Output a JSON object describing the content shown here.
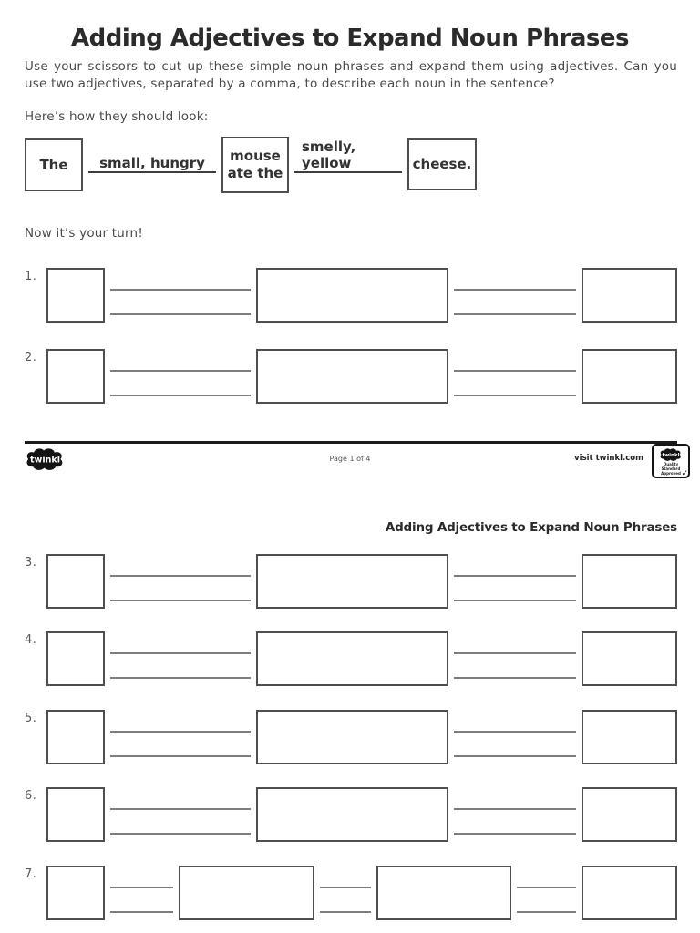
{
  "colors": {
    "title": "#2b2b2b",
    "body": "#4a4a4a",
    "box-border": "#4f4f4f",
    "write-line": "#7d7d7d",
    "example-line": "#3d3d3d",
    "footer-bar": "#1b1b1b",
    "footer-text": "#555555"
  },
  "page1": {
    "title": "Adding Adjectives to Expand Noun Phrases",
    "instructions": "Use your scissors to cut up these simple noun phrases and expand them using adjectives. Can you use two adjectives, separated by a comma, to describe each noun in the sentence?",
    "example_heading": "Here’s how they should look:",
    "example": {
      "determiner": "The",
      "adjectives_1": "small, hungry",
      "middle_line1": "mouse",
      "middle_line2": "ate the",
      "adjectives_2": "smelly, yellow",
      "ending": "cheese."
    },
    "turn_heading": "Now it’s your turn!",
    "items": [
      {
        "number": "1."
      },
      {
        "number": "2."
      }
    ],
    "footer": {
      "logo_text": "twinkl",
      "page_label": "Page 1 of 4",
      "visit_label": "visit twinkl.com",
      "badge_logo": "twinkl",
      "badge_line1": "Quality Standard",
      "badge_line2": "Approved"
    }
  },
  "page2": {
    "header": "Adding Adjectives to Expand Noun Phrases",
    "items": [
      {
        "number": "3."
      },
      {
        "number": "4."
      },
      {
        "number": "5."
      },
      {
        "number": "6."
      },
      {
        "number": "7."
      }
    ]
  }
}
